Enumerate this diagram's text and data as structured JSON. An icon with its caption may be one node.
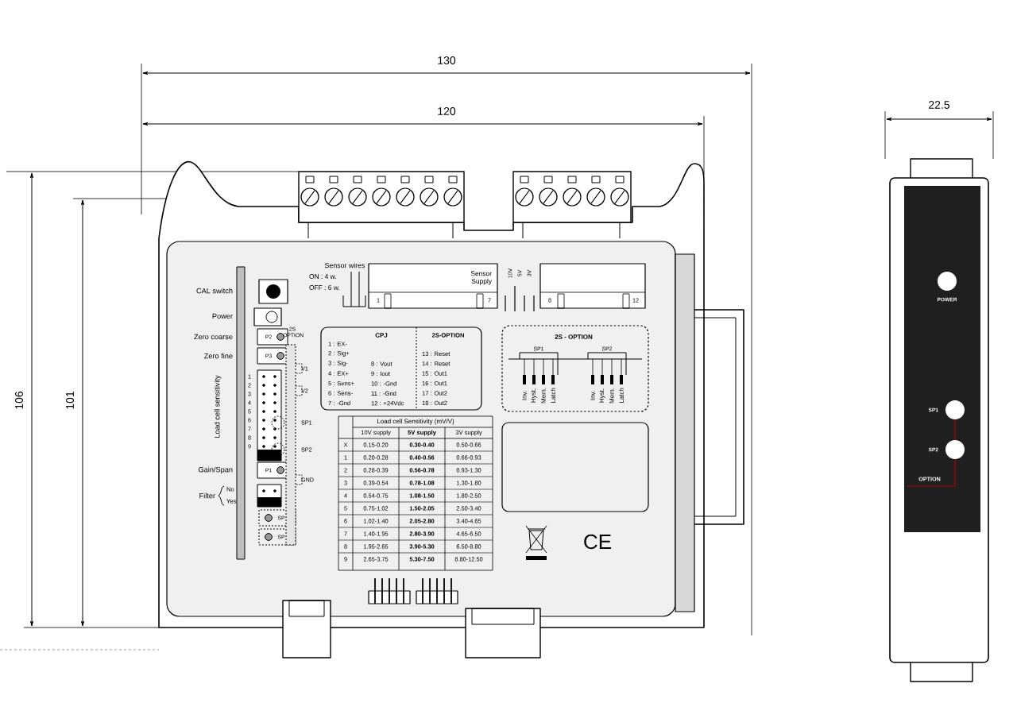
{
  "diagram": {
    "labels": [
      "130",
      "120",
      "22.5",
      "106",
      "101",
      "CAL switch",
      "Power",
      "Zero coarse",
      "Zero fine",
      "Load cell sensitivity",
      "1",
      "2",
      "3",
      "4",
      "5",
      "6",
      "7",
      "8",
      "9",
      "Gain/Span",
      "Filter",
      "No",
      "Yes",
      "P2",
      "P3",
      "P1",
      "SP",
      "SP",
      "2S OPTION",
      "V1",
      "V2",
      "SP1",
      "SP2",
      "GND",
      "Sensor wires",
      "ON : 4 w.",
      "OFF : 6 w.",
      "Sensor Supply",
      "1",
      "7",
      "10V",
      "5V",
      "3V",
      "8",
      "12",
      "CPJ",
      "1 : EX-",
      "2 : Sig+",
      "3 : Sig-",
      "4 : EX+",
      "5 : Sens+",
      "6 : Sens-",
      "7 : -Gnd",
      "8 : Vout",
      "9 : Iout",
      "10 : -Gnd",
      "11 : -Gnd",
      "12 : +24Vdc",
      "2S-OPTION",
      "13 : Reset",
      "14 : Reset",
      "15 : Out1",
      "16 : Out1",
      "17 : Out2",
      "18 : Out2",
      "2S - OPTION",
      "SP1",
      "SP2",
      "Inv.",
      "Hyst.",
      "Mem.",
      "Latch",
      "Inv.",
      "Hyst.",
      "Mem.",
      "Latch",
      "Load cell Sensitivity (mV/V)",
      "10V supply",
      "5V supply",
      "3V supply",
      "X",
      "0.15-0.20",
      "0.30-0.40",
      "0.50-0.66",
      "1",
      "0.20-0.28",
      "0.40-0.56",
      "0.66-0.93",
      "2",
      "0.28-0.39",
      "0.56-0.78",
      "0.93-1.30",
      "3",
      "0.39-0.54",
      "0.78-1.08",
      "1.30-1.80",
      "4",
      "0.54-0.75",
      "1.08-1.50",
      "1.80-2.50",
      "5",
      "0.75-1.02",
      "1.50-2.05",
      "2.50-3.40",
      "6",
      "1.02-1.40",
      "2.05-2.80",
      "3.40-4.65",
      "7",
      "1.40-1.95",
      "2.80-3.90",
      "4.65-6.50",
      "8",
      "1.95-2.65",
      "3.90-5.30",
      "6.50-8.80",
      "9",
      "2.65-3.75",
      "5.30-7.50",
      "8.80-12.50",
      "CE",
      "POWER",
      "SP1",
      "SP2",
      "OPTION"
    ]
  }
}
